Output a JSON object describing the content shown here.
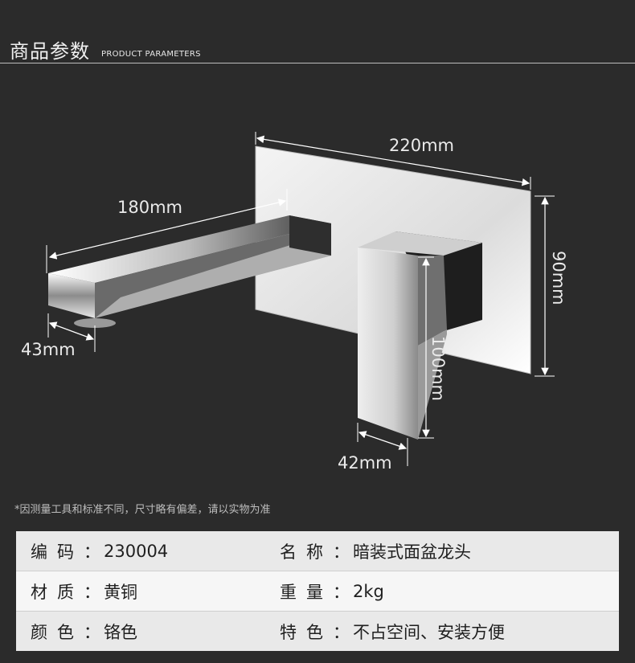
{
  "header": {
    "title": "商品参数",
    "subtitle": "PRODUCT PARAMETERS"
  },
  "dimensions": {
    "backplate_width": "220mm",
    "spout_length": "180mm",
    "backplate_height": "90mm",
    "spout_thickness": "43mm",
    "handle_height": "100mm",
    "handle_width": "42mm"
  },
  "note": "*因测量工具和标准不同，尺寸略有偏差，请以实物为准",
  "specs": [
    {
      "left_label": "编码",
      "left_value": "230004",
      "right_label": "名称",
      "right_value": "暗装式面盆龙头"
    },
    {
      "left_label": "材质",
      "left_value": "黄铜",
      "right_label": "重量",
      "right_value": "2kg"
    },
    {
      "left_label": "颜色",
      "left_value": "铬色",
      "right_label": "特色",
      "right_value": "不占空间、安装方便"
    }
  ],
  "colon": "："
}
